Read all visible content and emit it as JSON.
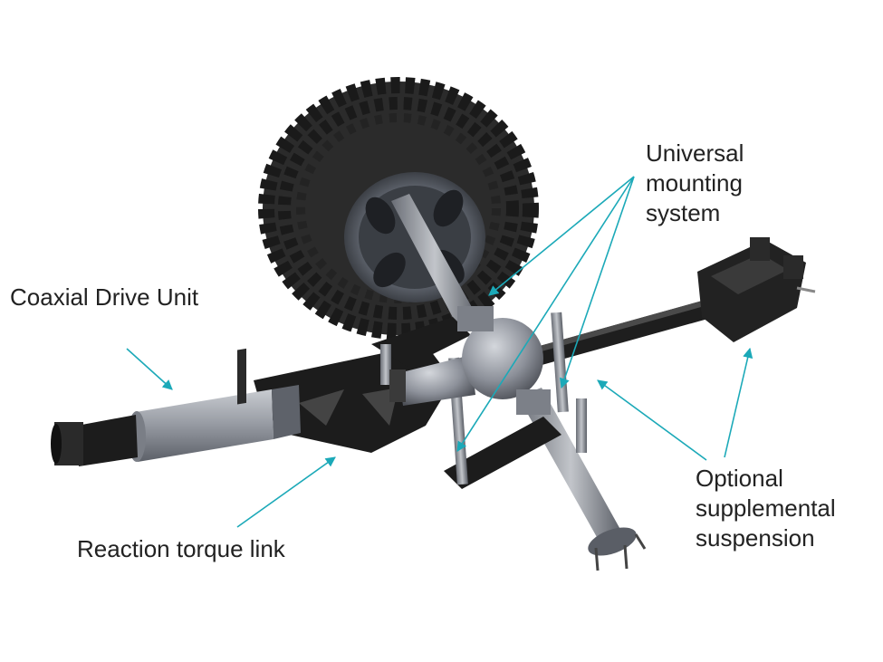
{
  "labels": {
    "coaxial_drive_unit": "Coaxial Drive Unit",
    "reaction_torque_link": "Reaction torque link",
    "universal_mounting_system": [
      "Universal",
      "mounting",
      "system"
    ],
    "optional_supplemental_suspension": [
      "Optional",
      "supplemental",
      "suspension"
    ]
  },
  "colors": {
    "callout_arrow": "#1ba9b8",
    "label_text": "#222222",
    "tire": "#2b2b2b",
    "tire_tread": "#1a1a1a",
    "housing": "#9a9ea6",
    "frame": "#1c1c1c"
  }
}
